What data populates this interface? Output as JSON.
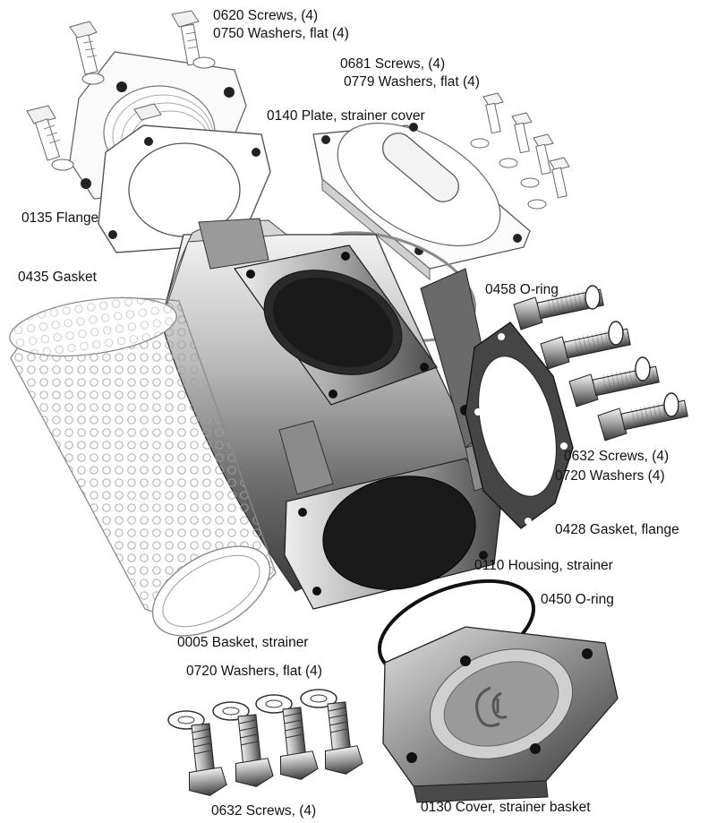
{
  "labels": {
    "screws_0620": "0620  Screws, (4)",
    "washers_0750": "0750  Washers, flat (4)",
    "screws_0681": "0681  Screws, (4)",
    "washers_0779": "0779  Washers, flat (4)",
    "plate_0140": "0140  Plate, strainer cover",
    "flange_0135": "0135  Flange",
    "gasket_0435": "0435  Gasket",
    "oring_0458": "0458  O-ring",
    "screws_0632_right": "0632  Screws, (4)",
    "washers_0720_right": "0720  Washers (4)",
    "gasket_flange_0428": "0428  Gasket, flange",
    "housing_0110": "0110  Housing, strainer",
    "oring_0450": "0450  O-ring",
    "basket_0005": "0005  Basket, strainer",
    "washers_0720_bottom": "0720  Washers, flat (4)",
    "screws_0632_bottom": "0632  Screws, (4)",
    "cover_0130": "0130  Cover, strainer basket"
  },
  "colors": {
    "metal_dark": "#3a3a3a",
    "metal_mid": "#8a8a8a",
    "metal_light": "#d9d9d9",
    "wireframe": "#9a9a9a"
  }
}
